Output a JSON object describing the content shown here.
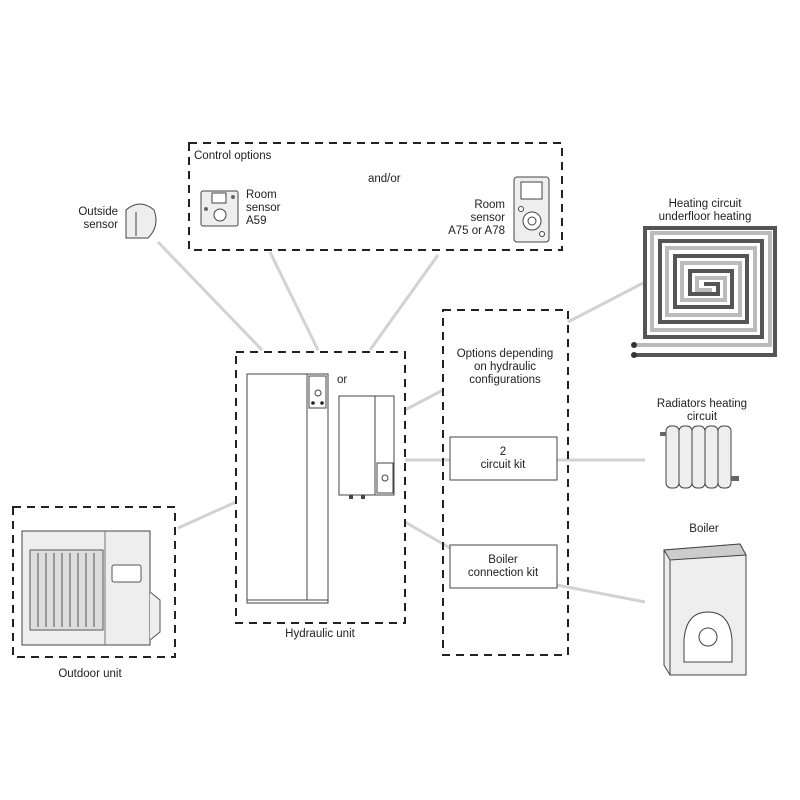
{
  "control_options": {
    "title": "Control options",
    "and_or": "and/or",
    "sensor_a59": [
      "Room",
      "sensor",
      "A59"
    ],
    "sensor_a75": [
      "Room",
      "sensor",
      "A75 or A78"
    ]
  },
  "outside_sensor": [
    "Outside",
    "sensor"
  ],
  "hydraulic_unit": {
    "label": "Hydraulic unit",
    "or": "or"
  },
  "outdoor_unit": {
    "label": "Outdoor unit"
  },
  "options": {
    "title": [
      "Options depending",
      "on hydraulic",
      "configurations"
    ],
    "circuit_kit": [
      "2",
      "circuit kit"
    ],
    "boiler_kit": [
      "Boiler",
      "connection kit"
    ]
  },
  "underfloor": [
    "Heating circuit",
    "underfloor heating"
  ],
  "radiators": [
    "Radiators heating",
    "circuit"
  ],
  "boiler": "Boiler"
}
